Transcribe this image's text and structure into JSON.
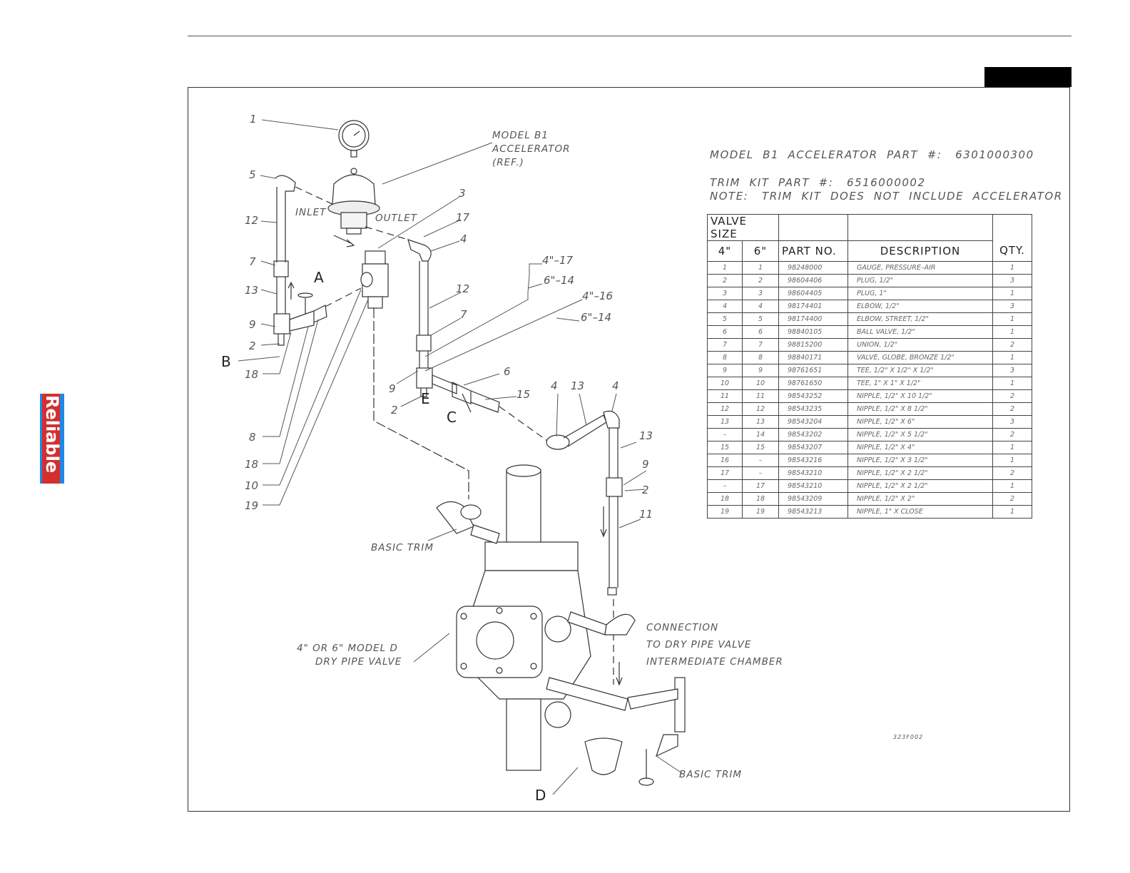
{
  "logo": {
    "text": "Reliable",
    "colors": {
      "red": "#d32f2f",
      "blue": "#1e88e5"
    }
  },
  "header": {
    "accelerator_line": "MODEL  B1  ACCELERATOR  PART  #:   6301000300",
    "trim_kit_line": "TRIM  KIT  PART  #:   6516000002",
    "note_line": "NOTE:   TRIM  KIT  DOES  NOT  INCLUDE  ACCELERATOR"
  },
  "table": {
    "valve_size_label": "VALVE  SIZE",
    "col_4": "4\"",
    "col_6": "6\"",
    "col_part": "PART  NO.",
    "col_desc": "DESCRIPTION",
    "col_qty": "QTY.",
    "rows": [
      {
        "a": "1",
        "b": "1",
        "pn": "98248000",
        "desc": "GAUGE,  PRESSURE–AIR",
        "qty": "1"
      },
      {
        "a": "2",
        "b": "2",
        "pn": "98604406",
        "desc": "PLUG,  1/2\"",
        "qty": "3"
      },
      {
        "a": "3",
        "b": "3",
        "pn": "98604405",
        "desc": "PLUG,  1\"",
        "qty": "1"
      },
      {
        "a": "4",
        "b": "4",
        "pn": "98174401",
        "desc": "ELBOW,  1/2\"",
        "qty": "3"
      },
      {
        "a": "5",
        "b": "5",
        "pn": "98174400",
        "desc": "ELBOW,  STREET,  1/2\"",
        "qty": "1"
      },
      {
        "a": "6",
        "b": "6",
        "pn": "98840105",
        "desc": "BALL  VALVE,  1/2\"",
        "qty": "1"
      },
      {
        "a": "7",
        "b": "7",
        "pn": "98815200",
        "desc": "UNION,  1/2\"",
        "qty": "2"
      },
      {
        "a": "8",
        "b": "8",
        "pn": "98840171",
        "desc": "VALVE,  GLOBE,  BRONZE  1/2\"",
        "qty": "1"
      },
      {
        "a": "9",
        "b": "9",
        "pn": "98761651",
        "desc": "TEE,  1/2\"  X  1/2\"  X  1/2\"",
        "qty": "3"
      },
      {
        "a": "10",
        "b": "10",
        "pn": "98761650",
        "desc": "TEE,  1\"  X  1\"  X  1/2\"",
        "qty": "1"
      },
      {
        "a": "11",
        "b": "11",
        "pn": "98543252",
        "desc": "NIPPLE,  1/2\"  X  10  1/2\"",
        "qty": "2"
      },
      {
        "a": "12",
        "b": "12",
        "pn": "98543235",
        "desc": "NIPPLE,  1/2\"  X  8  1/2\"",
        "qty": "2"
      },
      {
        "a": "13",
        "b": "13",
        "pn": "98543204",
        "desc": "NIPPLE,  1/2\"  X  6\"",
        "qty": "3"
      },
      {
        "a": "–",
        "b": "14",
        "pn": "98543202",
        "desc": "NIPPLE,  1/2\"  X  5  1/2\"",
        "qty": "2"
      },
      {
        "a": "15",
        "b": "15",
        "pn": "98543207",
        "desc": "NIPPLE,  1/2\"  X  4\"",
        "qty": "1"
      },
      {
        "a": "16",
        "b": "–",
        "pn": "98543216",
        "desc": "NIPPLE,  1/2\"  X  3  1/2\"",
        "qty": "1"
      },
      {
        "a": "17",
        "b": "–",
        "pn": "98543210",
        "desc": "NIPPLE,  1/2\"  X  2  1/2\"",
        "qty": "2"
      },
      {
        "a": "–",
        "b": "17",
        "pn": "98543210",
        "desc": "NIPPLE,  1/2\"  X  2  1/2\"",
        "qty": "1"
      },
      {
        "a": "18",
        "b": "18",
        "pn": "98543209",
        "desc": "NIPPLE,  1/2\"  X  2\"",
        "qty": "2"
      },
      {
        "a": "19",
        "b": "19",
        "pn": "98543213",
        "desc": "NIPPLE,  1\"  X  CLOSE",
        "qty": "1"
      }
    ]
  },
  "diagram": {
    "accel_label_1": "MODEL  B1",
    "accel_label_2": "ACCELERATOR",
    "accel_label_3": "(REF.)",
    "inlet": "INLET",
    "outlet": "OUTLET",
    "basic_trim_1": "BASIC  TRIM",
    "basic_trim_2": "BASIC  TRIM",
    "dry_pipe_1": "4\"  OR  6\"  MODEL  D",
    "dry_pipe_2": "DRY  PIPE  VALVE",
    "connection_1": "CONNECTION",
    "connection_2": "TO  DRY  PIPE  VALVE",
    "connection_3": "INTERMEDIATE  CHAMBER",
    "fig_id": "323F002",
    "dim_4_17": "4\"–17",
    "dim_6_14a": "6\"–14",
    "dim_4_16": "4\"–16",
    "dim_6_14b": "6\"–14",
    "letter_a": "A",
    "letter_b": "B",
    "letter_c": "C",
    "letter_d": "D",
    "letter_e": "E",
    "callouts": {
      "n1": "1",
      "n5": "5",
      "n12a": "12",
      "n7a": "7",
      "n13a": "13",
      "n9a": "9",
      "n2a": "2",
      "n18a": "18",
      "n8": "8",
      "n18b": "18",
      "n10": "10",
      "n19": "19",
      "n3": "3",
      "n17": "17",
      "n4a": "4",
      "n12b": "12",
      "n7b": "7",
      "n6": "6",
      "n15": "15",
      "n9b": "9",
      "n2b": "2",
      "n4b": "4",
      "n13b": "13",
      "n4c": "4",
      "n13c": "13",
      "n9c": "9",
      "n2c": "2",
      "n11": "11"
    }
  }
}
